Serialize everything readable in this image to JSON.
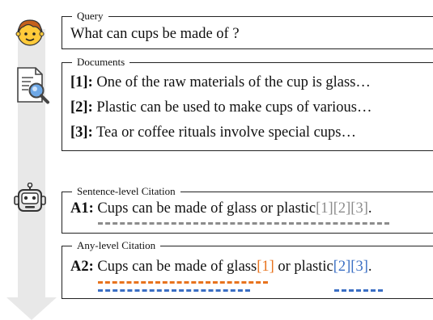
{
  "query": {
    "tag": "Query",
    "text": "What can cups be made of ?"
  },
  "documents": {
    "tag": "Documents",
    "items": [
      {
        "label": "[1]:",
        "text": " One of the raw materials of the cup is glass…"
      },
      {
        "label": "[2]:",
        "text": " Plastic can be used to make cups of various…"
      },
      {
        "label": "[3]:",
        "text": " Tea or coffee rituals involve special cups…"
      }
    ]
  },
  "sentence_level": {
    "tag": "Sentence-level Citation",
    "label": "A1:",
    "text": " Cups can be made of glass or plastic",
    "citations": "[1][2][3]",
    "period": "."
  },
  "any_level": {
    "tag": "Any-level Citation",
    "label": "A2:",
    "text_a": " Cups can be made of glass",
    "citation_a": "[1]",
    "text_b": " or plastic",
    "citation_b": "[2][3]",
    "period": "."
  },
  "icons": {
    "user": "user-face-icon",
    "documents": "document-search-icon",
    "model": "robot-icon"
  },
  "colors": {
    "grey_citation": "#8c8c8c",
    "orange_citation": "#e8731e",
    "blue_citation": "#3b6fc4",
    "flow_arrow": "#e8e8e8"
  }
}
